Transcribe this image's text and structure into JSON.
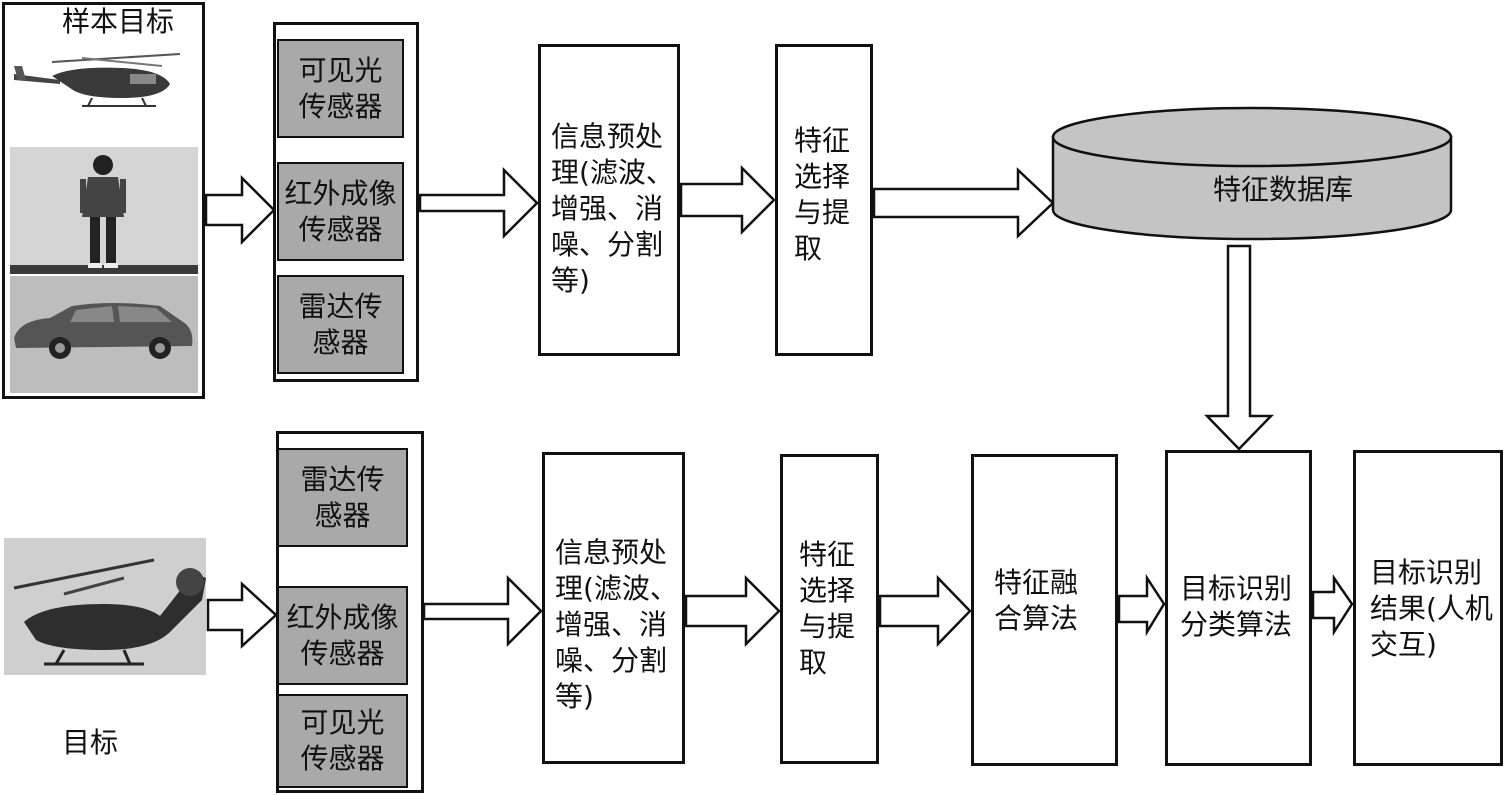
{
  "sample_panel": {
    "title": "样本目标"
  },
  "target_panel": {
    "label": "目标"
  },
  "top_sensors": [
    {
      "label": "可见光传感器"
    },
    {
      "label": "红外成像传感器"
    },
    {
      "label": "雷达传感器"
    }
  ],
  "bottom_sensors": [
    {
      "label": "雷达传感器"
    },
    {
      "label": "红外成像传感器"
    },
    {
      "label": "可见光传感器"
    }
  ],
  "top_row": {
    "preprocess": "信息预处理(滤波、增强、消噪、分割等)",
    "feature": "特征选择与提取",
    "database": "特征数据库"
  },
  "bottom_row": {
    "preprocess": "信息预处理(滤波、增强、消噪、分割等)",
    "feature": "特征选择与提取",
    "fusion": "特征融合算法",
    "classify": "目标识别分类算法",
    "result": "目标识别结果(人机交互)"
  },
  "colors": {
    "sensor_fill": "#a9a9a9",
    "database_fill": "#c4c4c4",
    "line": "#111111"
  }
}
